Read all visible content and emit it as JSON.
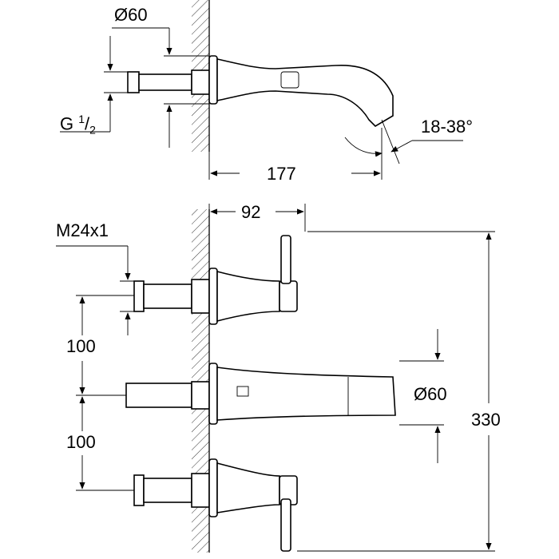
{
  "dimensions": {
    "top_diameter": "Ø60",
    "thread": {
      "prefix": "G ",
      "num": "1",
      "den": "2"
    },
    "angle": "18-38°",
    "projection": "177",
    "handle_offset": "92",
    "connector_thread": "M24x1",
    "spacing_upper": "100",
    "spacing_lower": "100",
    "spout_diameter": "Ø60",
    "total_height": "330"
  }
}
